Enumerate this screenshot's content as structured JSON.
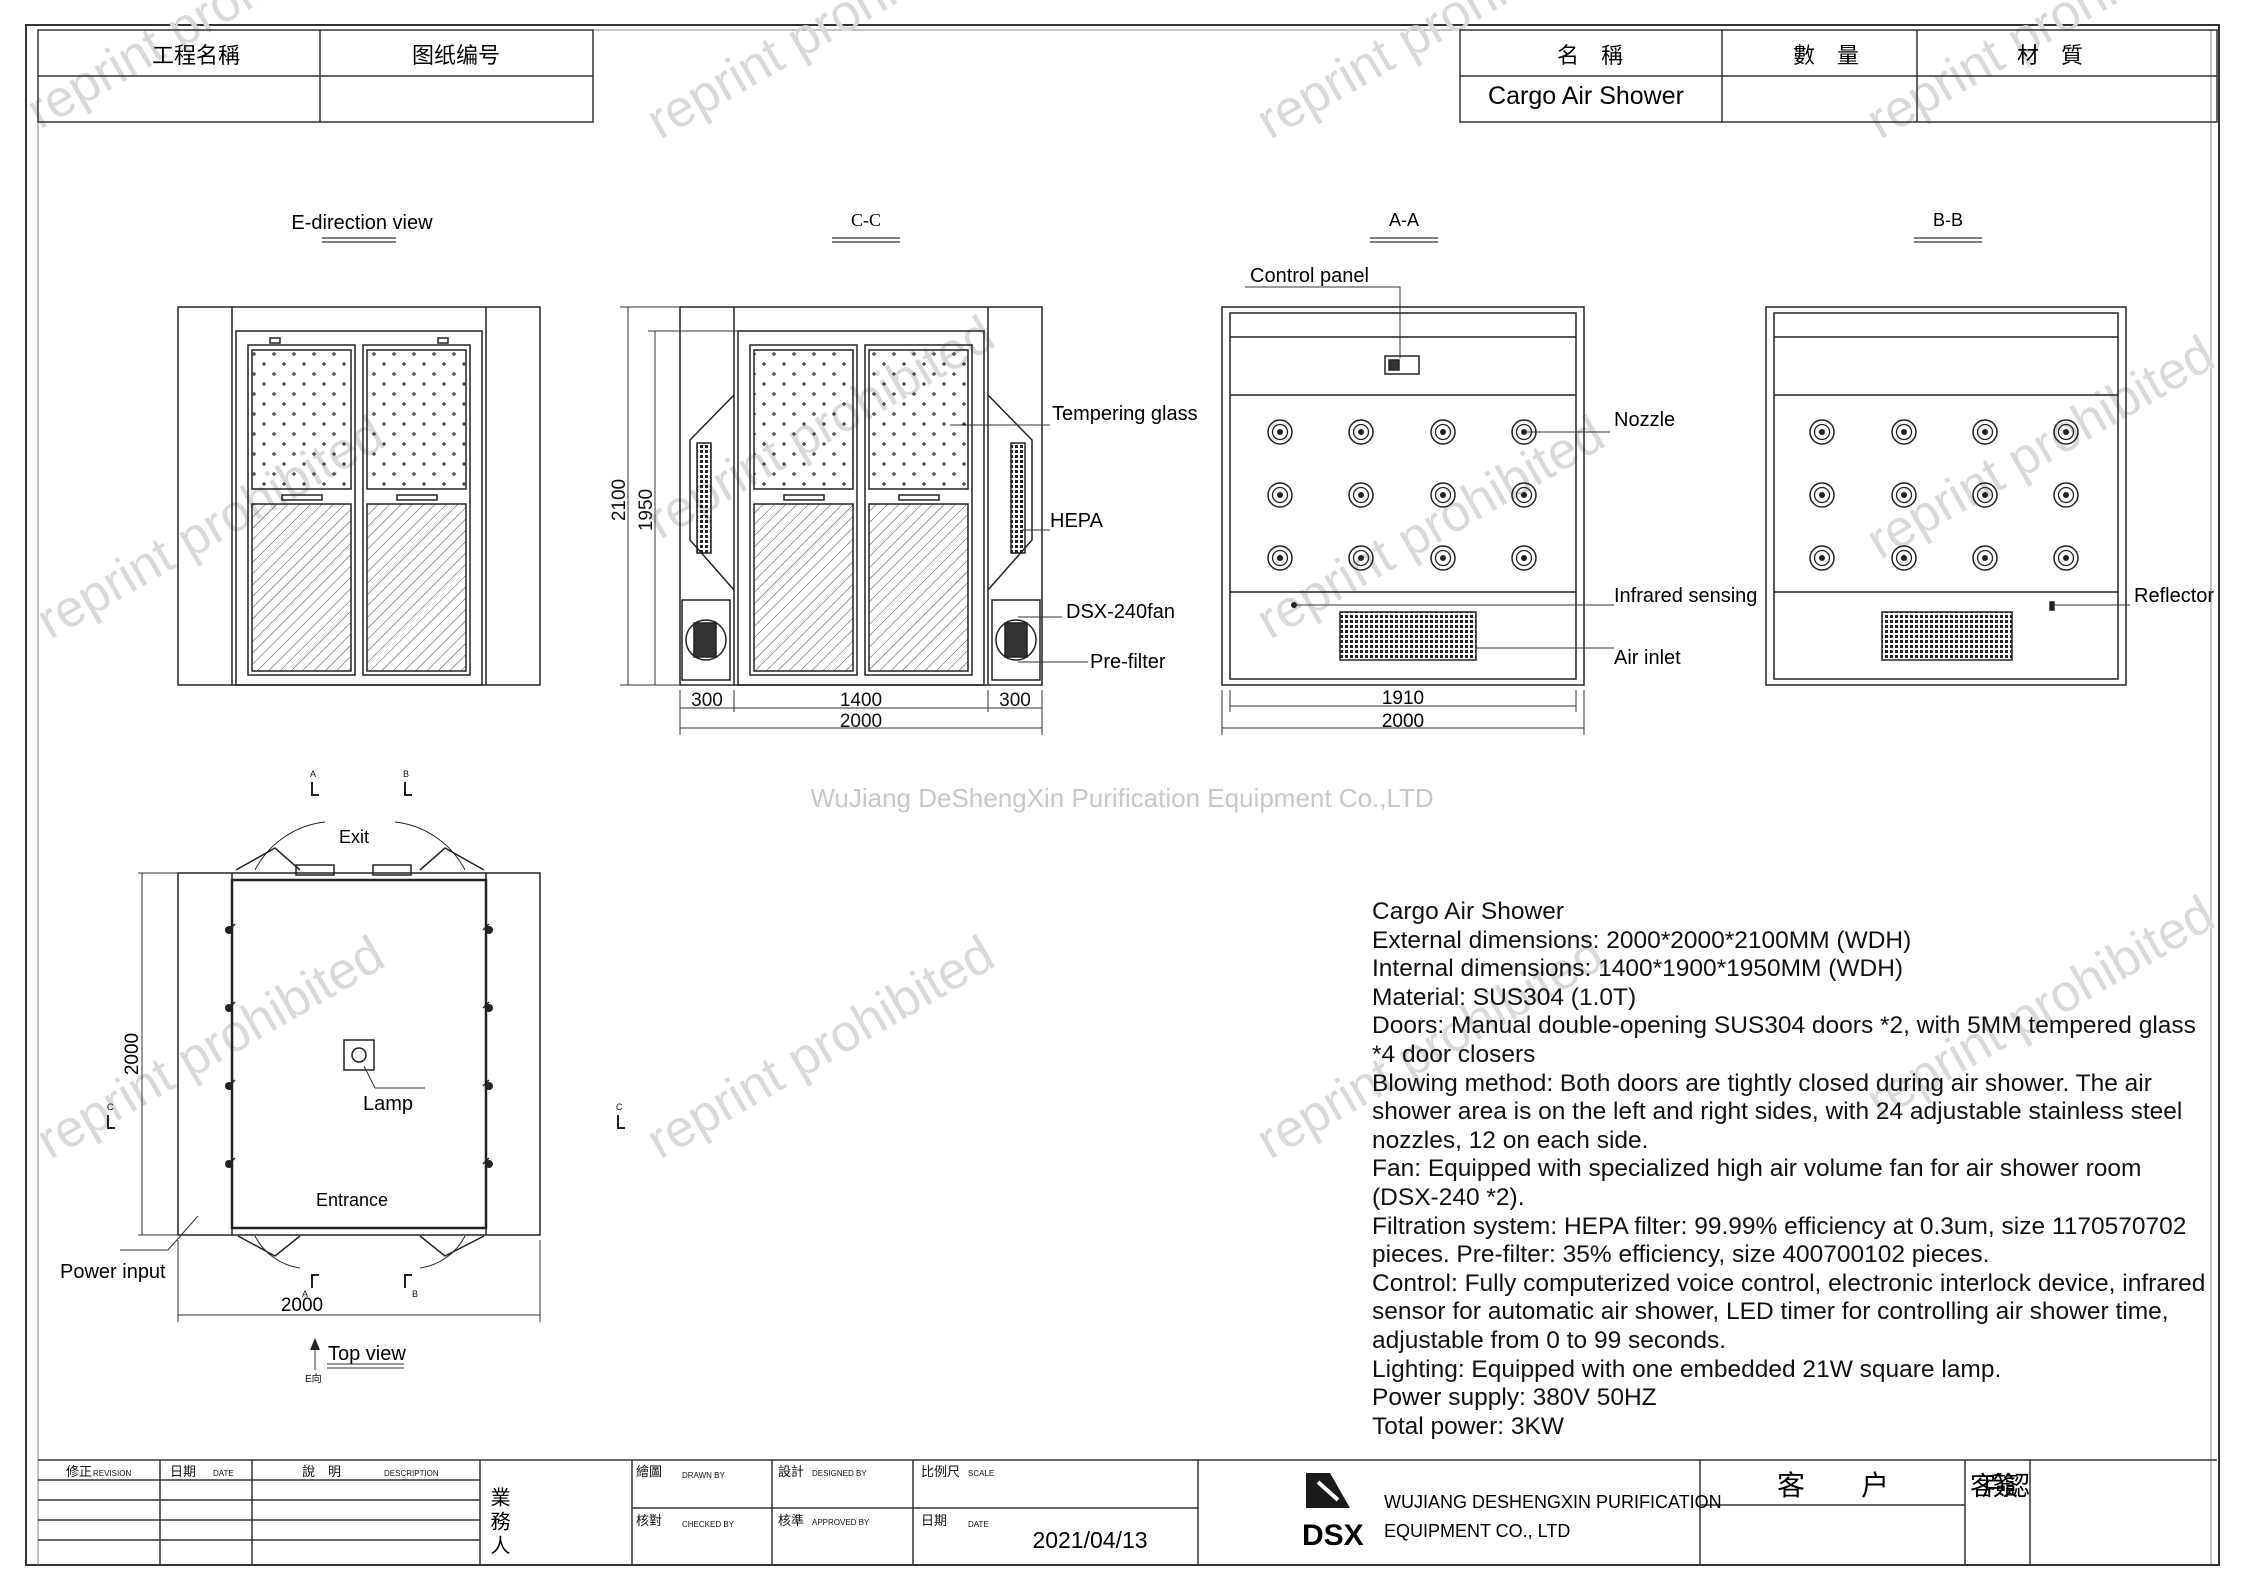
{
  "title_block_top": {
    "project_name_label": "工程名稱",
    "drawing_no_label": "图纸编号",
    "name_label": "名　稱",
    "qty_label": "數　量",
    "material_label": "材　質",
    "product_name": "Cargo Air Shower"
  },
  "views": {
    "e_direction": "E-direction view",
    "cc": "C-C",
    "aa": "A-A",
    "bb": "B-B",
    "top": "Top view",
    "top_sub": "E向"
  },
  "labels": {
    "tempering_glass": "Tempering glass",
    "hepa": "HEPA",
    "fan": "DSX-240fan",
    "prefilter": "Pre-filter",
    "control_panel": "Control panel",
    "nozzle": "Nozzle",
    "infrared": "Infrared sensing",
    "air_inlet": "Air inlet",
    "reflector": "Reflector",
    "exit": "Exit",
    "entrance": "Entrance",
    "lamp": "Lamp",
    "power_input": "Power input",
    "sec_a": "A",
    "sec_b": "B",
    "sec_c": "C"
  },
  "dimensions": {
    "d300": "300",
    "d1400": "1400",
    "d2000": "2000",
    "d1910": "1910",
    "d2100": "2100",
    "d1950": "1950"
  },
  "company_center": "WuJiang DeShengXin  Purification  Equipment  Co.,LTD",
  "watermark": "reprint prohibited",
  "specs": [
    "Cargo Air Shower",
    "External dimensions: 2000*2000*2100MM (WDH)",
    "Internal dimensions: 1400*1900*1950MM (WDH)",
    "Material: SUS304 (1.0T)",
    "Doors: Manual double-opening SUS304 doors *2, with 5MM tempered glass *4 door closers",
    "Blowing method: Both doors are tightly closed during air shower. The air shower area is on the left and right sides, with 24 adjustable stainless steel nozzles, 12 on each side.",
    "Fan: Equipped with specialized high air volume fan for air shower room  (DSX-240 *2).",
    "Filtration system: HEPA filter: 99.99% efficiency at 0.3um, size 1170570702 pieces. Pre-filter: 35% efficiency, size 400700102 pieces.",
    "Control: Fully computerized voice control, electronic interlock device, infrared sensor for automatic air shower, LED timer for controlling air shower time, adjustable from 0 to 99 seconds.",
    "Lighting: Equipped with one embedded 21W square lamp.",
    "Power supply: 380V 50HZ",
    "Total power: 3KW"
  ],
  "title_block_bottom": {
    "revision": "修正",
    "revision_en": "REVISION",
    "date": "日期",
    "date_en": "DATE",
    "desc": "說　明",
    "desc_en": "DESCRIPTION",
    "business": "業務人",
    "drawn": "繪圖",
    "drawn_en": "DRAWN BY",
    "designed": "設計",
    "designed_en": "DESIGNED BY",
    "scale": "比例尺",
    "scale_en": "SCALE",
    "checked": "核對",
    "checked_en": "CHECKED BY",
    "approved": "核準",
    "approved_en": "APPROVED BY",
    "date2": "日期",
    "date2_en": "DATE",
    "date_value": "2021/04/13",
    "logo_text": "DSX",
    "company_line1": "WUJIANG DESHENGXIN PURIFICATION",
    "company_line2": "EQUIPMENT CO., LTD",
    "customer": "客　　户",
    "customer_sign": "客戶簽認"
  }
}
